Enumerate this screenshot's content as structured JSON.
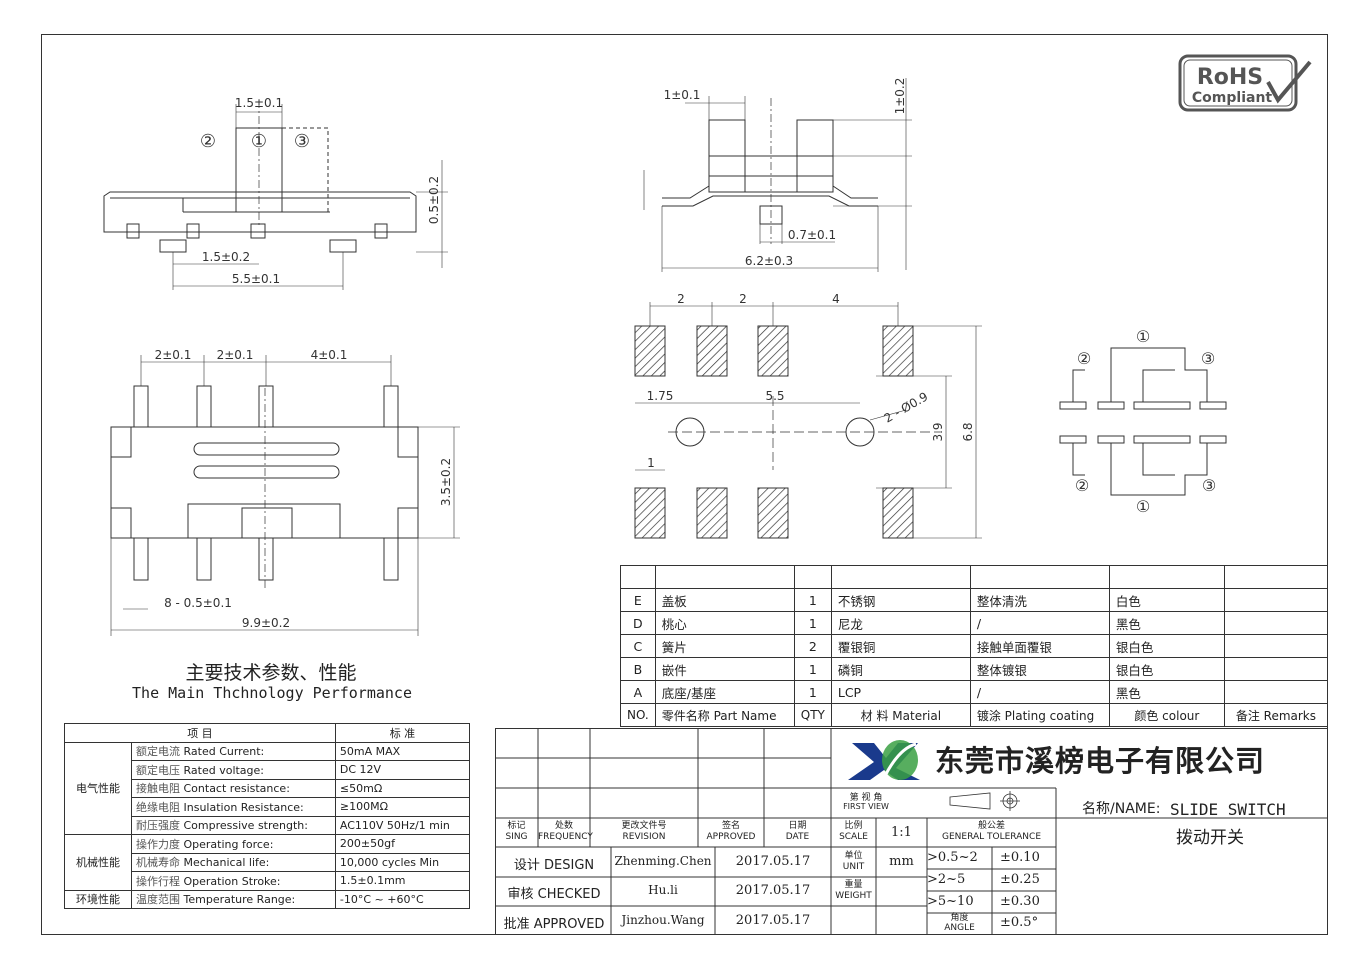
{
  "rohs": {
    "line1": "RoHS",
    "line2": "Compliant"
  },
  "front_view": {
    "dim_top": "1.5±0.1",
    "dim_pin": "1.5±0.2",
    "dim_span": "5.5±0.1",
    "dim_height": "0.5±0.2",
    "pos1": "①",
    "pos2": "②",
    "pos3": "③"
  },
  "side_view": {
    "dim_tab": "1±0.1",
    "dim_knob": "1±0.2",
    "dim_pin": "0.7±0.1",
    "dim_width": "6.2±0.3"
  },
  "top_view": {
    "d1": "2±0.1",
    "d2": "2±0.1",
    "d3": "4±0.1",
    "dim_height": "3.5±0.2",
    "dim_pins": "8 - 0.5±0.1",
    "dim_length": "9.9±0.2"
  },
  "pcb": {
    "d1": "2",
    "d2": "2",
    "d3": "4",
    "off1": "1.75",
    "mid": "5.5",
    "hole": "2 - Ø0.9",
    "pad": "1",
    "h1": "3.9",
    "h2": "6.8"
  },
  "schematic": {
    "top": "①",
    "left": "②",
    "right": "③",
    "bl": "②",
    "bottom": "①",
    "br": "③"
  },
  "perf": {
    "title_cn": "主要技术参数、性能",
    "title_en": "The Main Thchnology Performance"
  },
  "spec_table": {
    "h_item": "项  目",
    "h_std": "标  准",
    "groups": [
      {
        "name": "电气性能",
        "rows": [
          {
            "cn": "额定电流",
            "en": "Rated Current:",
            "v": "50mA MAX"
          },
          {
            "cn": "额定电压",
            "en": "Rated voltage:",
            "v": "DC 12V"
          },
          {
            "cn": "接触电阻",
            "en": "Contact resistance:",
            "v": "≤50mΩ"
          },
          {
            "cn": "绝缘电阻",
            "en": "Insulation Resistance:",
            "v": "≥100MΩ"
          },
          {
            "cn": "耐压强度",
            "en": "Compressive strength:",
            "v": "AC110V  50Hz/1 min"
          }
        ]
      },
      {
        "name": "机械性能",
        "rows": [
          {
            "cn": "操作力度",
            "en": "Operating force:",
            "v": "200±50gf"
          },
          {
            "cn": "机械寿命",
            "en": "Mechanical life:",
            "v": "10,000 cycles Min"
          },
          {
            "cn": "操作行程",
            "en": "Operation Stroke:",
            "v": "1.5±0.1mm"
          }
        ]
      },
      {
        "name": "环境性能",
        "rows": [
          {
            "cn": "温度范围",
            "en": "Temperature Range:",
            "v": "-10°C ~ +60°C"
          }
        ]
      }
    ]
  },
  "parts": {
    "rows": [
      {
        "no": "E",
        "name": "盖板",
        "qty": "1",
        "mat": "不锈钢",
        "plat": "整体清洗",
        "col": "白色"
      },
      {
        "no": "D",
        "name": "桃心",
        "qty": "1",
        "mat": "尼龙",
        "plat": "/",
        "col": "黑色"
      },
      {
        "no": "C",
        "name": "簧片",
        "qty": "2",
        "mat": "覆银铜",
        "plat": "接触单面覆银",
        "col": "银白色"
      },
      {
        "no": "B",
        "name": "嵌件",
        "qty": "1",
        "mat": "磷铜",
        "plat": "整体镀银",
        "col": "银白色"
      },
      {
        "no": "A",
        "name": "底座/基座",
        "qty": "1",
        "mat": "LCP",
        "plat": "/",
        "col": "黑色"
      }
    ],
    "header": {
      "no": "NO.",
      "name": "零件名称  Part Name",
      "qty": "QTY",
      "mat": "材  料  Material",
      "plat": "镀涂  Plating coating",
      "col": "颜色   colour",
      "rem": "备注  Remarks"
    }
  },
  "titleblock": {
    "company": "东莞市溪榜电子有限公司",
    "name_label": "名称/NAME:",
    "name_en": "SLIDE SWITCH",
    "name_cn": "拨动开关",
    "first_view_cn": "第  视  角",
    "first_view_en": "FIRST VIEW",
    "h_sing_cn": "标记",
    "h_sing_en": "SING",
    "h_freq_cn": "处数",
    "h_freq_en": "FREQUENCY",
    "h_rev_cn": "更改文件号",
    "h_rev_en": "REVISION",
    "h_appr_cn": "签名",
    "h_appr_en": "APPROVED",
    "h_date_cn": "日期",
    "h_date_en": "DATE",
    "scale_cn": "比例",
    "scale_en": "SCALE",
    "scale": "1:1",
    "tol_cn": "般公差",
    "tol_en": "GENERAL TOLERANCE",
    "unit_cn": "单位",
    "unit_en": "UNIT",
    "unit": "mm",
    "weight_cn": "重量",
    "weight_en": "WEIGHT",
    "angle_cn": "角度",
    "angle_en": "ANGLE",
    "design_label": "设计 DESIGN",
    "design_name": "Zhenming.Chen",
    "design_date": "2017.05.17",
    "checked_label": "审核 CHECKED",
    "checked_name": "Hu.li",
    "checked_date": "2017.05.17",
    "approved_label": "批准 APPROVED",
    "approved_name": "Jinzhou.Wang",
    "approved_date": "2017.05.17",
    "tol": [
      {
        "r": ">0.5~2",
        "v": "±0.10"
      },
      {
        "r": ">2~5",
        "v": "±0.25"
      },
      {
        "r": ">5~10",
        "v": "±0.30"
      },
      {
        "v": "±0.5°"
      }
    ]
  }
}
